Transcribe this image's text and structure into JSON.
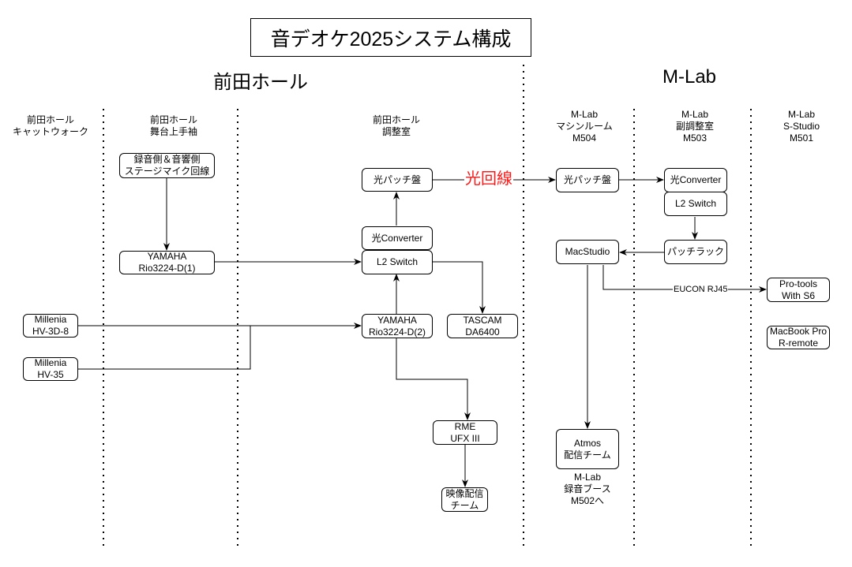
{
  "title": "音デオケ2025システム構成",
  "sections": {
    "left": "前田ホール",
    "right": "M-Lab"
  },
  "columns": [
    {
      "id": "catwalk",
      "label": "前田ホール\nキャットウォーク"
    },
    {
      "id": "stage",
      "label": "前田ホール\n舞台上手袖"
    },
    {
      "id": "control",
      "label": "前田ホール\n調整室"
    },
    {
      "id": "m504",
      "label": "M-Lab\nマシンルーム\nM504"
    },
    {
      "id": "m503",
      "label": "M-Lab\n副調整室\nM503"
    },
    {
      "id": "m501",
      "label": "M-Lab\nS-Studio\nM501"
    }
  ],
  "nodes": {
    "stage_mic": "録音側＆音響側\nステージマイク回線",
    "rio1": "YAMAHA\nRio3224-D(1)",
    "millenia_3d8": "Millenia\nHV-3D-8",
    "millenia_35": "Millenia\nHV-35",
    "patch_hall": "光パッチ盤",
    "conv_hall": "光Converter",
    "l2_hall": "L2 Switch",
    "rio2": "YAMAHA\nRio3224-D(2)",
    "tascam": "TASCAM\nDA6400",
    "rme": "RME\nUFX III",
    "video_team": "映像配信\nチーム",
    "patch_m504": "光パッチ盤",
    "macstudio": "MacStudio",
    "atmos_team": "Atmos\n配信チーム",
    "conv_m503": "光Converter",
    "l2_m503": "L2 Switch",
    "patch_rack": "パッチラック",
    "protools": "Pro-tools\nWith S6",
    "macbook": "MacBook Pro\nR-remote"
  },
  "edge_labels": {
    "fiber": "光回線",
    "eucon": "EUCON RJ45"
  },
  "notes": {
    "booth": "M-Lab\n録音ブース\nM502へ"
  },
  "colors": {
    "fiber_label": "#ff1a1a",
    "line": "#000000"
  }
}
